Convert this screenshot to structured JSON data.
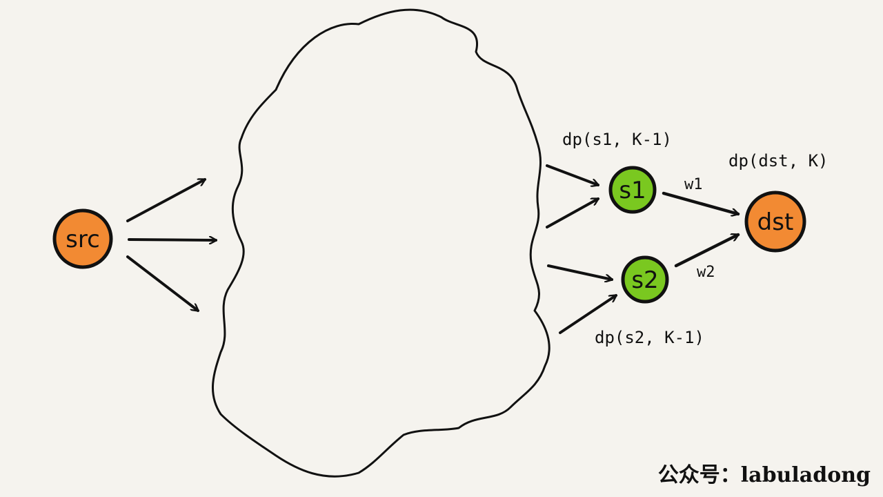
{
  "nodes": {
    "src": {
      "label": "src",
      "color": "#f28a33"
    },
    "s1": {
      "label": "s1",
      "color": "#7ac820"
    },
    "s2": {
      "label": "s2",
      "color": "#7ac820"
    },
    "dst": {
      "label": "dst",
      "color": "#f28a33"
    }
  },
  "annotations": {
    "s1_state": "dp(s1, K-1)",
    "s2_state": "dp(s2, K-1)",
    "dst_state": "dp(dst, K)"
  },
  "edges": {
    "w1": "w1",
    "w2": "w2"
  },
  "watermark": "公众号：labuladong"
}
